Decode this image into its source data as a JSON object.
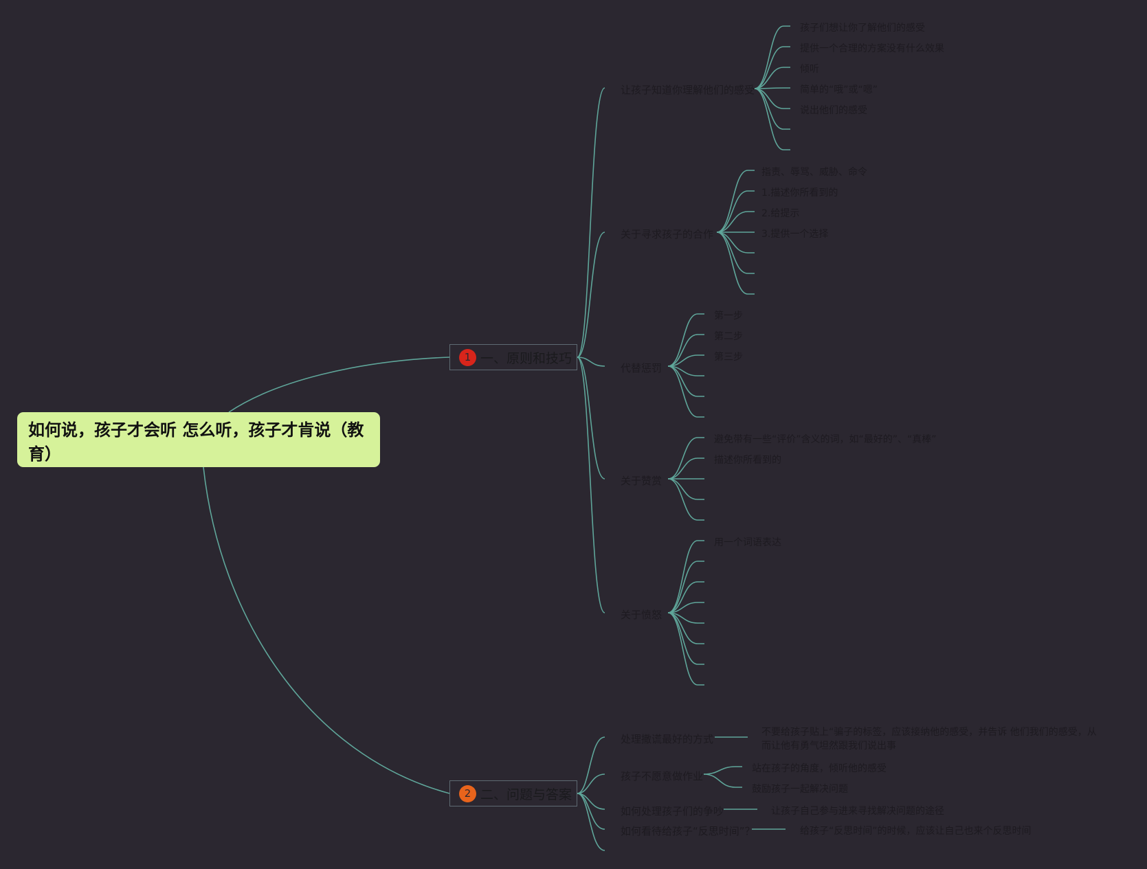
{
  "colors": {
    "background": "#2b2730",
    "line": "#5fa69a",
    "root_fill": "#d6f29a",
    "badge_1": "#d8251b",
    "badge_2": "#e8641c"
  },
  "root": {
    "title": "如何说，孩子才会听 怎么听，孩子才肯说（教育）"
  },
  "branches": [
    {
      "badge": "1",
      "label": "一、原则和技巧"
    },
    {
      "badge": "2",
      "label": "二、问题与答案"
    }
  ],
  "topics_principles": [
    {
      "label": "让孩子知道你理解他们的感受",
      "children": [
        "孩子们想让你了解他们的感受",
        "提供一个合理的方案没有什么效果",
        "倾听",
        "简单的“哦”或“嗯”",
        "说出他们的感受",
        "",
        ""
      ]
    },
    {
      "label": "关于寻求孩子的合作",
      "children": [
        "指责、辱骂、威胁、命令",
        "1.描述你所看到的",
        "2.给提示",
        "3.提供一个选择",
        "",
        "",
        ""
      ]
    },
    {
      "label": "代替惩罚",
      "children": [
        "第一步",
        "第二步",
        "第三步",
        "",
        "",
        ""
      ]
    },
    {
      "label": "关于赞赏",
      "children": [
        "避免带有一些“评价”含义的词，如“最好的”、“真棒”",
        "描述你所看到的",
        "",
        "",
        ""
      ]
    },
    {
      "label": "关于愤怒",
      "children": [
        "用一个词语表达",
        "",
        "",
        "",
        "",
        "",
        "",
        ""
      ]
    }
  ],
  "topics_qa": [
    {
      "label": "处理撒谎最好的方式",
      "children": [
        "不要给孩子贴上“骗子的标签，应该接纳他的感受，并告诉 他们我们的感受，从而让他有勇气坦然跟我们说出事"
      ]
    },
    {
      "label": "孩子不愿意做作业",
      "children": [
        "站在孩子的角度，倾听他的感受",
        "鼓励孩子一起解决问题"
      ]
    },
    {
      "label": "如何处理孩子们的争吵",
      "children": [
        "让孩子自己参与进来寻找解决问题的途径"
      ]
    },
    {
      "label": "如何看待给孩子“反思时间”？",
      "children": [
        "给孩子“反思时间”的时候，应该让自己也来个反思时间"
      ]
    },
    {
      "label": "",
      "children": []
    }
  ]
}
